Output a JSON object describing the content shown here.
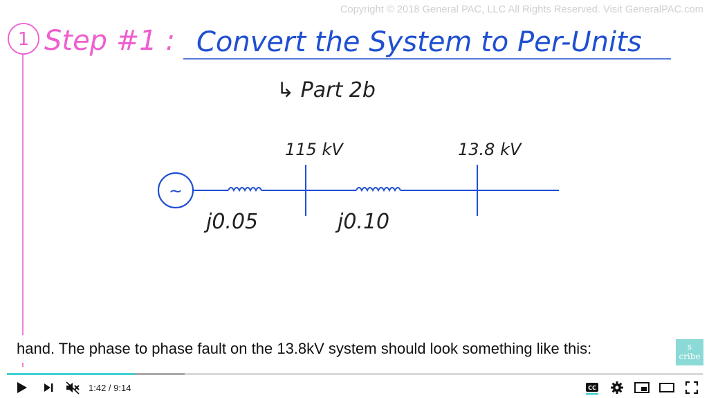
{
  "copyright": "Copyright © 2018 General PAC, LLC All Rights Reserved. Visit GeneralPAC.com",
  "slide": {
    "step_number": "1",
    "step_label": "Step #1 :",
    "title": "Convert the System to Per-Units",
    "subtitle": "↳ Part 2b",
    "bus1_voltage": "115 kV",
    "bus2_voltage": "13.8 kV",
    "impedance1": "j0.05",
    "impedance2": "j0.10",
    "generator_symbol": "~"
  },
  "caption": "hand. The phase to phase fault on the 13.8kV system should look something like this:",
  "watermark": "s\ncribe",
  "player": {
    "time": "1:42 / 9:14",
    "progress_fraction": 0.184,
    "buffered_fraction": 0.255,
    "accent_color": "#41cfd3"
  },
  "colors": {
    "pink": "#ee5fd0",
    "blue": "#1f4fd1",
    "ink": "#222222"
  }
}
